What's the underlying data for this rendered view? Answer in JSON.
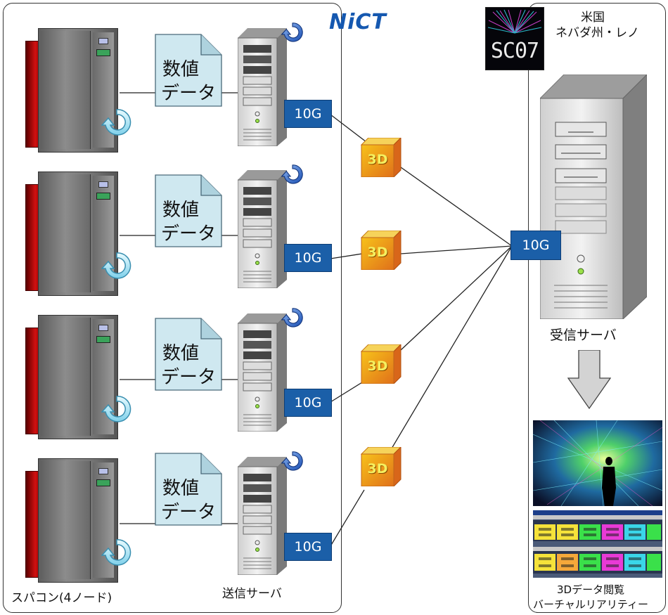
{
  "logo_left": "NiCT",
  "logo_right": "SC07",
  "location_line1": "米国",
  "location_line2": "ネバダ州・レノ",
  "doc_line1": "数値",
  "doc_line2": "データ",
  "link_speed": "10G",
  "cube_label": "3D",
  "supercomputer_label": "スパコン(4ノード)",
  "sender_label": "送信サーバ",
  "receiver_label": "受信サーバ",
  "viewer_line1": "3Dデータ閲覧",
  "viewer_line2": "バーチャルリアリティー",
  "nodes": [
    {
      "doc1": "数値",
      "doc2": "データ",
      "speed": "10G",
      "cube": "3D"
    },
    {
      "doc1": "数値",
      "doc2": "データ",
      "speed": "10G",
      "cube": "3D"
    },
    {
      "doc1": "数値",
      "doc2": "データ",
      "speed": "10G",
      "cube": "3D"
    },
    {
      "doc1": "数値",
      "doc2": "データ",
      "speed": "10G",
      "cube": "3D"
    }
  ]
}
